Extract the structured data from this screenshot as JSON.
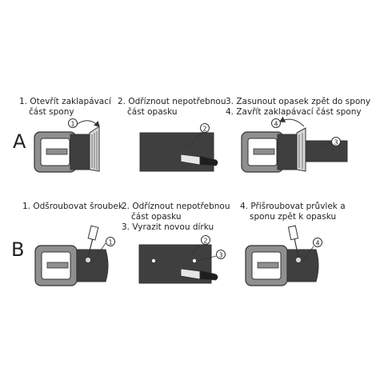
{
  "rows": [
    {
      "label": "A",
      "steps": [
        {
          "lines": [
            "1. Otevřít zaklapávací",
            "část spony"
          ],
          "markers": [
            "1"
          ]
        },
        {
          "lines": [
            "2. Odříznout nepotřebnou",
            "část opasku"
          ],
          "markers": [
            "2"
          ]
        },
        {
          "lines": [
            "3. Zasunout opasek zpět do spony",
            "4. Zavřít zaklapávací část spony"
          ],
          "markers": [
            "4",
            "3"
          ]
        }
      ]
    },
    {
      "label": "B",
      "steps": [
        {
          "lines": [
            "1. Odšroubovat šroubek"
          ],
          "markers": [
            "1"
          ]
        },
        {
          "lines": [
            "2. Odříznout nepotřebnou",
            "část opasku",
            "3. Vyrazit novou dírku"
          ],
          "markers": [
            "2",
            "3"
          ]
        },
        {
          "lines": [
            "4. Přišroubovat průvlek a",
            "sponu zpět k opasku"
          ],
          "markers": [
            "4"
          ]
        }
      ]
    }
  ],
  "colors": {
    "belt": "#3f3f3f",
    "buckle": "#8f8f8f",
    "line": "#333333",
    "ink": "#222222"
  }
}
